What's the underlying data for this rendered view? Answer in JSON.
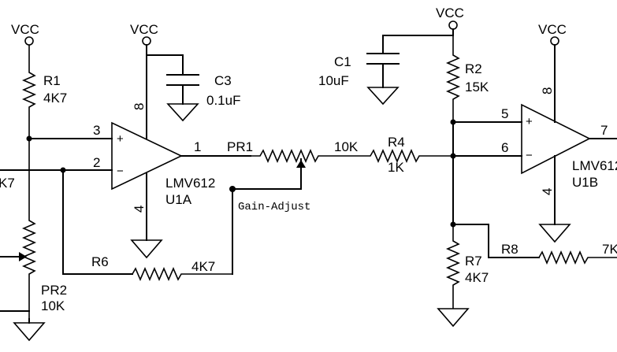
{
  "power": {
    "vcc": "VCC"
  },
  "components": {
    "r1": {
      "ref": "R1",
      "value": "4K7"
    },
    "c3": {
      "ref": "C3",
      "value": "0.1uF"
    },
    "u1a": {
      "part": "LMV612",
      "ref": "U1A",
      "pin_out": "1",
      "pin_in_plus": "3",
      "pin_in_minus": "2",
      "pin_pwr": "8",
      "pin_gnd": "4"
    },
    "pr1": {
      "ref": "PR1",
      "value": "10K"
    },
    "r4": {
      "ref": "R4",
      "value": "1K"
    },
    "c1": {
      "ref": "C1",
      "value": "10uF"
    },
    "r2": {
      "ref": "R2",
      "value": "15K"
    },
    "u1b": {
      "part": "LMV612",
      "ref": "U1B",
      "pin_out": "7",
      "pin_in_plus": "5",
      "pin_in_minus": "6",
      "pin_pwr": "8",
      "pin_gnd": "4"
    },
    "r6": {
      "ref": "R6",
      "value": "4K7"
    },
    "pr2": {
      "ref": "PR2",
      "value": "10K"
    },
    "r7": {
      "ref": "R7",
      "value": "4K7"
    },
    "r8": {
      "ref": "R8",
      "value": "7K"
    },
    "left_cut_label": "K7"
  },
  "net_labels": {
    "gain_adjust": "Gain-Adjust"
  },
  "symbols": {
    "plus": "+",
    "minus": "−"
  }
}
